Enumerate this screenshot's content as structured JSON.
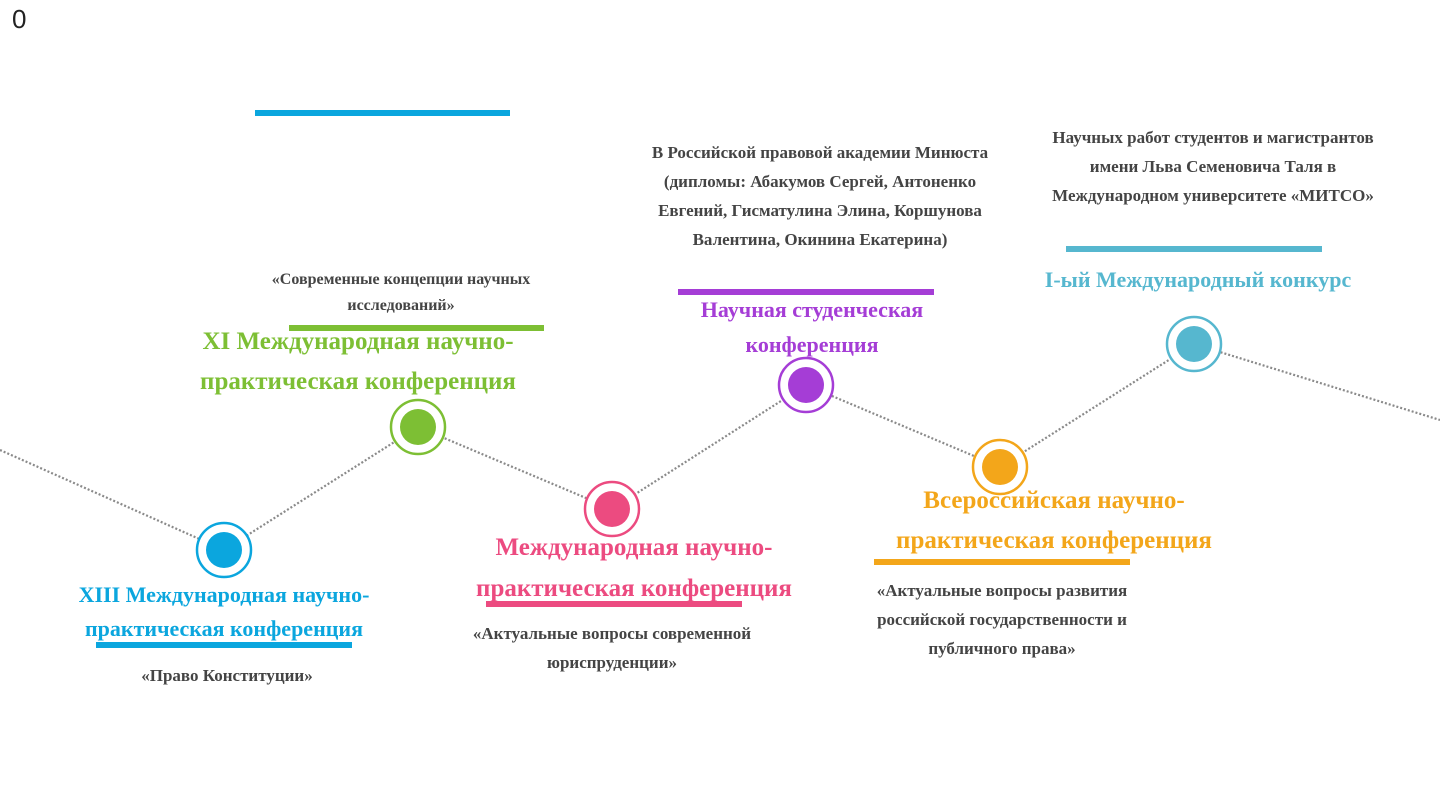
{
  "page_number": "0",
  "colors": {
    "blue": "#0BA6DE",
    "green": "#7DBF34",
    "pink": "#EC4B80",
    "purple": "#A53DD6",
    "orange": "#F3A61A",
    "teal": "#56B7CF",
    "line": "#8a8a8a",
    "text": "#444444"
  },
  "events": [
    {
      "key": "xiii",
      "color": "blue",
      "title": "XIII Международная научно-практическая конференция",
      "description": "«Право Конституции»"
    },
    {
      "key": "xi",
      "color": "green",
      "title": "XI Международная научно-практическая конференция",
      "description": "«Современные концепции научных исследований»"
    },
    {
      "key": "international",
      "color": "pink",
      "title": "Международная научно-практическая конференция",
      "description": "«Актуальные вопросы современной юриспруденции»"
    },
    {
      "key": "student",
      "color": "purple",
      "title": "Научная студенческая конференция",
      "description": "В Российской правовой академии Минюста (дипломы: Абакумов Сергей, Антоненко Евгений, Гисматулина Элина, Коршунова Валентина, Окинина Екатерина)"
    },
    {
      "key": "all-russian",
      "color": "orange",
      "title": "Всероссийская научно-практическая конференция",
      "description": "«Актуальные вопросы развития российской государственности и публичного права»"
    },
    {
      "key": "contest",
      "color": "teal",
      "title": "I-ый Международный конкурс",
      "description": "Научных работ студентов и магистрантов имени Льва Семеновича Таля в Международном университете «МИТСО»"
    }
  ]
}
